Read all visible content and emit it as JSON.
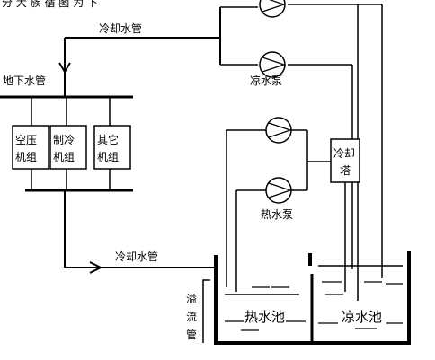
{
  "header_text": "分 大 族 循 图 为 下",
  "pipes": {
    "top_cooling_pipe": "冷却水管",
    "bottom_cooling_pipe": "冷却水管",
    "groundwater_pipe": "地下水管",
    "drain_pipe": [
      "溢",
      "流",
      "管"
    ]
  },
  "units": {
    "air_compressor": [
      "空压",
      "机组"
    ],
    "refrigeration": [
      "制冷",
      "机组"
    ],
    "other": [
      "其它",
      "机组"
    ]
  },
  "pumps": {
    "cold_pump": "凉水泵",
    "hot_pump": "热水泵"
  },
  "cooling_tower": [
    "冷却",
    "塔"
  ],
  "pools": {
    "hot": "热水池",
    "cold": "凉水池"
  }
}
